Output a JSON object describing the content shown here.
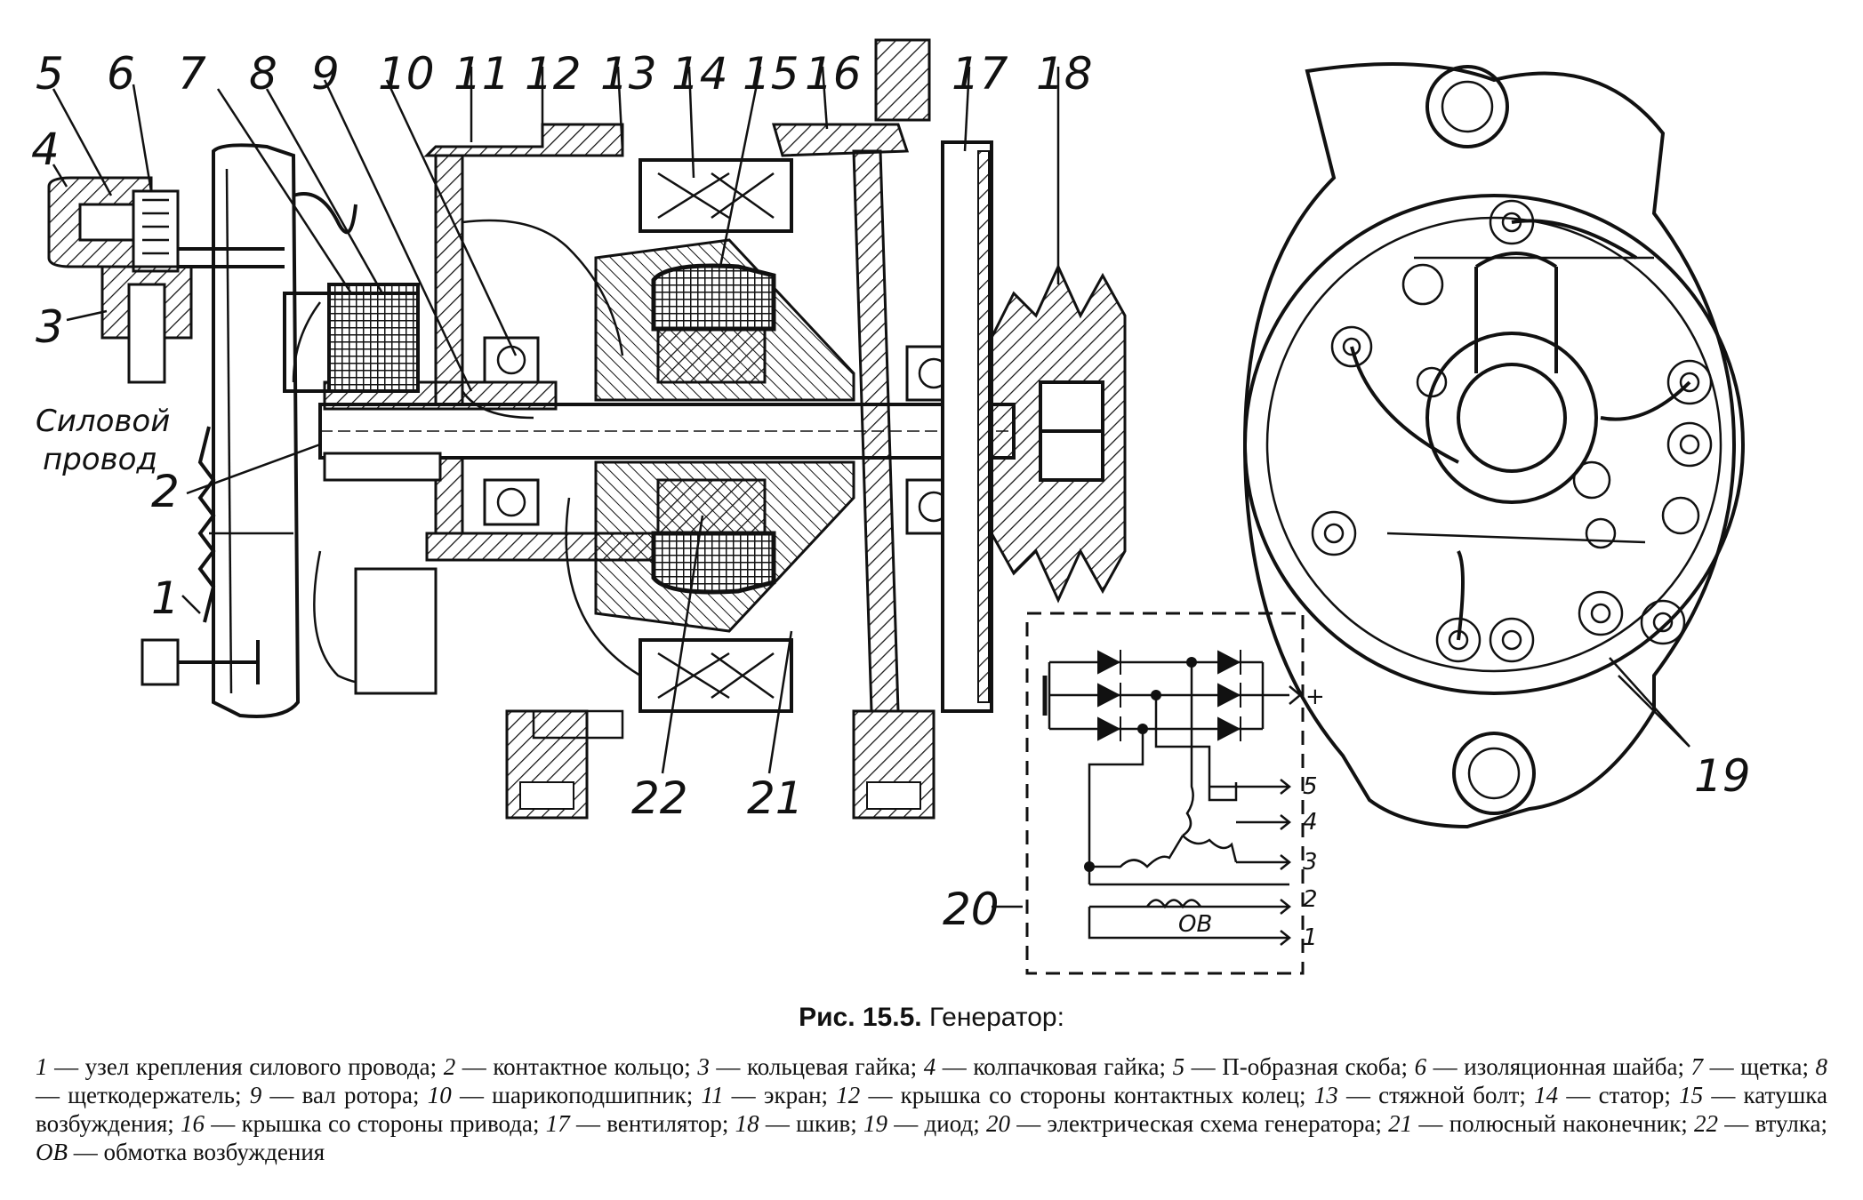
{
  "callouts": [
    {
      "id": "1",
      "label": "1"
    },
    {
      "id": "2",
      "label": "2"
    },
    {
      "id": "3",
      "label": "3"
    },
    {
      "id": "4",
      "label": "4"
    },
    {
      "id": "5",
      "label": "5"
    },
    {
      "id": "6",
      "label": "6"
    },
    {
      "id": "7",
      "label": "7"
    },
    {
      "id": "8",
      "label": "8"
    },
    {
      "id": "9",
      "label": "9"
    },
    {
      "id": "10",
      "label": "10"
    },
    {
      "id": "11",
      "label": "11"
    },
    {
      "id": "12",
      "label": "12"
    },
    {
      "id": "13",
      "label": "13"
    },
    {
      "id": "14",
      "label": "14"
    },
    {
      "id": "15",
      "label": "15"
    },
    {
      "id": "16",
      "label": "16"
    },
    {
      "id": "17",
      "label": "17"
    },
    {
      "id": "18",
      "label": "18"
    },
    {
      "id": "19",
      "label": "19"
    },
    {
      "id": "20",
      "label": "20"
    },
    {
      "id": "21",
      "label": "21"
    },
    {
      "id": "22",
      "label": "22"
    }
  ],
  "power_wire_label": [
    "Силовой",
    "провод"
  ],
  "schematic": {
    "terminals": [
      "5",
      "4",
      "3",
      "2",
      "1"
    ],
    "plus": "+",
    "field_winding": "ОВ"
  },
  "caption": {
    "number": "Рис. 15.5.",
    "title": "Генератор:"
  },
  "legend": [
    {
      "n": "1",
      "t": "узел крепления силового провода"
    },
    {
      "n": "2",
      "t": "контактное кольцо"
    },
    {
      "n": "3",
      "t": "кольцевая гайка"
    },
    {
      "n": "4",
      "t": "колпачковая гайка"
    },
    {
      "n": "5",
      "t": "П-образная скоба"
    },
    {
      "n": "6",
      "t": "изоляционная шайба"
    },
    {
      "n": "7",
      "t": "щетка"
    },
    {
      "n": "8",
      "t": "щеткодержатель"
    },
    {
      "n": "9",
      "t": "вал ротора"
    },
    {
      "n": "10",
      "t": "шарикоподшипник"
    },
    {
      "n": "11",
      "t": "экран"
    },
    {
      "n": "12",
      "t": "крышка со стороны контактных колец"
    },
    {
      "n": "13",
      "t": "стяжной болт"
    },
    {
      "n": "14",
      "t": "статор"
    },
    {
      "n": "15",
      "t": "катушка возбуждения"
    },
    {
      "n": "16",
      "t": "крышка со стороны привода"
    },
    {
      "n": "17",
      "t": "вентилятор"
    },
    {
      "n": "18",
      "t": "шкив"
    },
    {
      "n": "19",
      "t": "диод"
    },
    {
      "n": "20",
      "t": "электрическая схема генератора"
    },
    {
      "n": "21",
      "t": "полюсный наконечник"
    },
    {
      "n": "22",
      "t": "втулка"
    },
    {
      "n": "ОВ",
      "t": "обмотка возбуждения"
    }
  ],
  "legend_separator": " — "
}
